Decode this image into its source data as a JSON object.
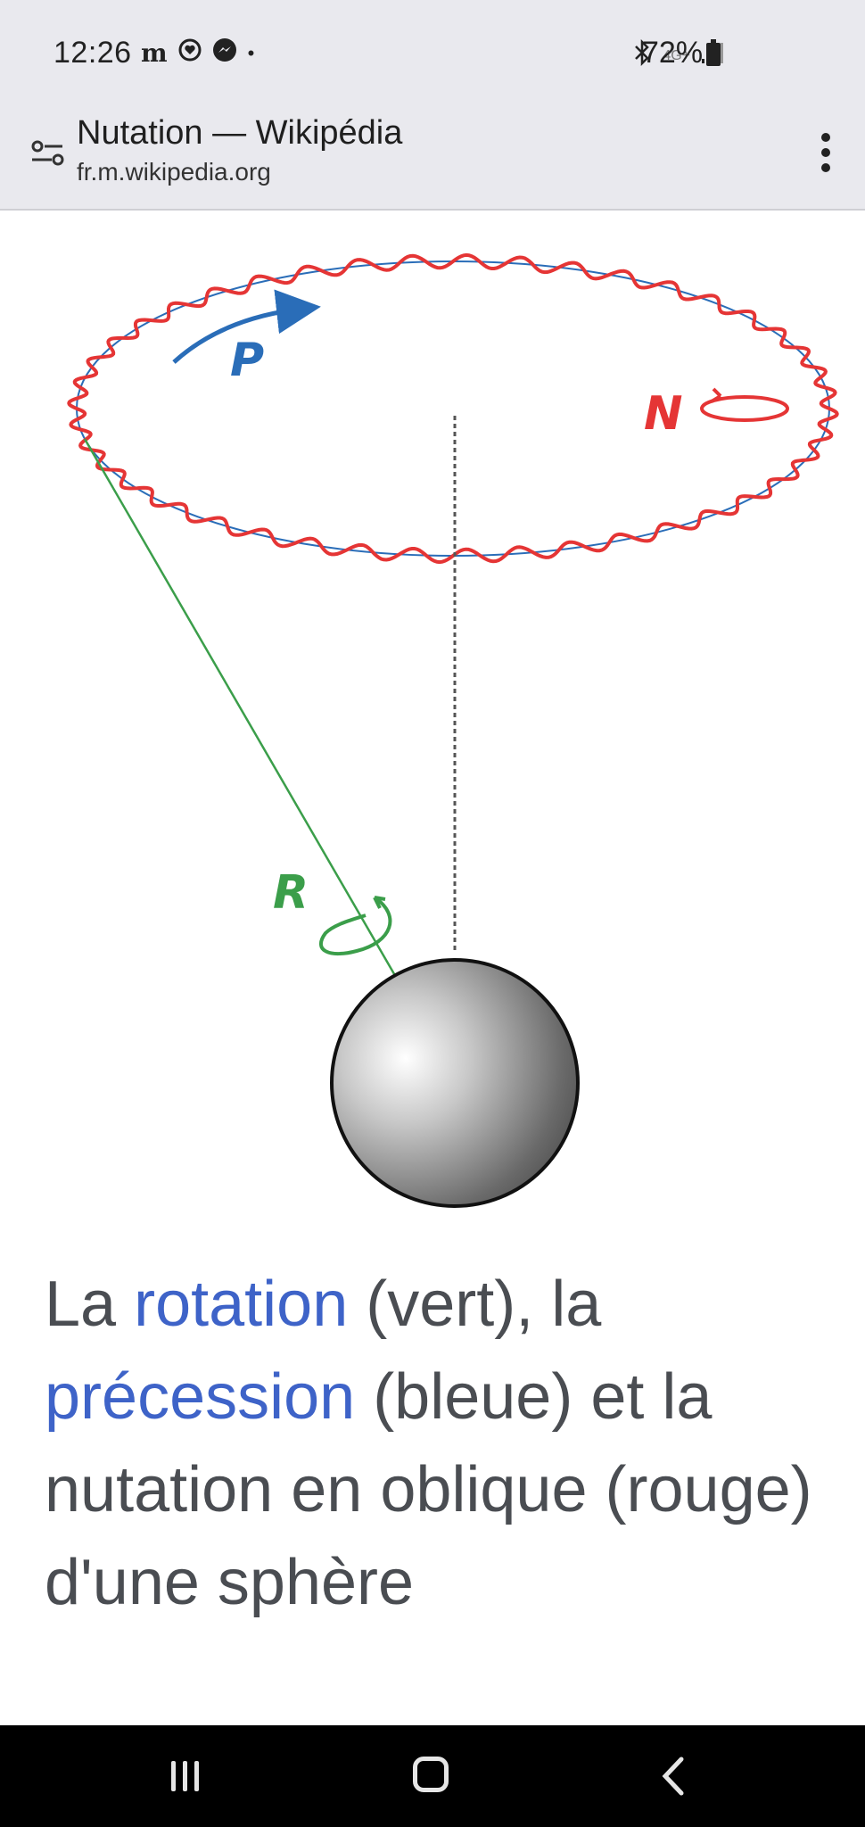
{
  "status_bar": {
    "time": "12:26",
    "network": "4G+",
    "battery": "72%"
  },
  "browser": {
    "title": "Nutation — Wikipédia",
    "url": "fr.m.wikipedia.org"
  },
  "figure": {
    "label_p": "P",
    "label_n": "N",
    "label_r": "R",
    "colors": {
      "precession": "#2a6db8",
      "nutation": "#e53535",
      "rotation": "#3b9e4a"
    }
  },
  "caption": {
    "t1": "La ",
    "link1": "rotation",
    "t2": " (vert), la ",
    "link2": "précession",
    "t3": " (bleue) et la nutation en oblique (rouge) d'une sphère"
  }
}
